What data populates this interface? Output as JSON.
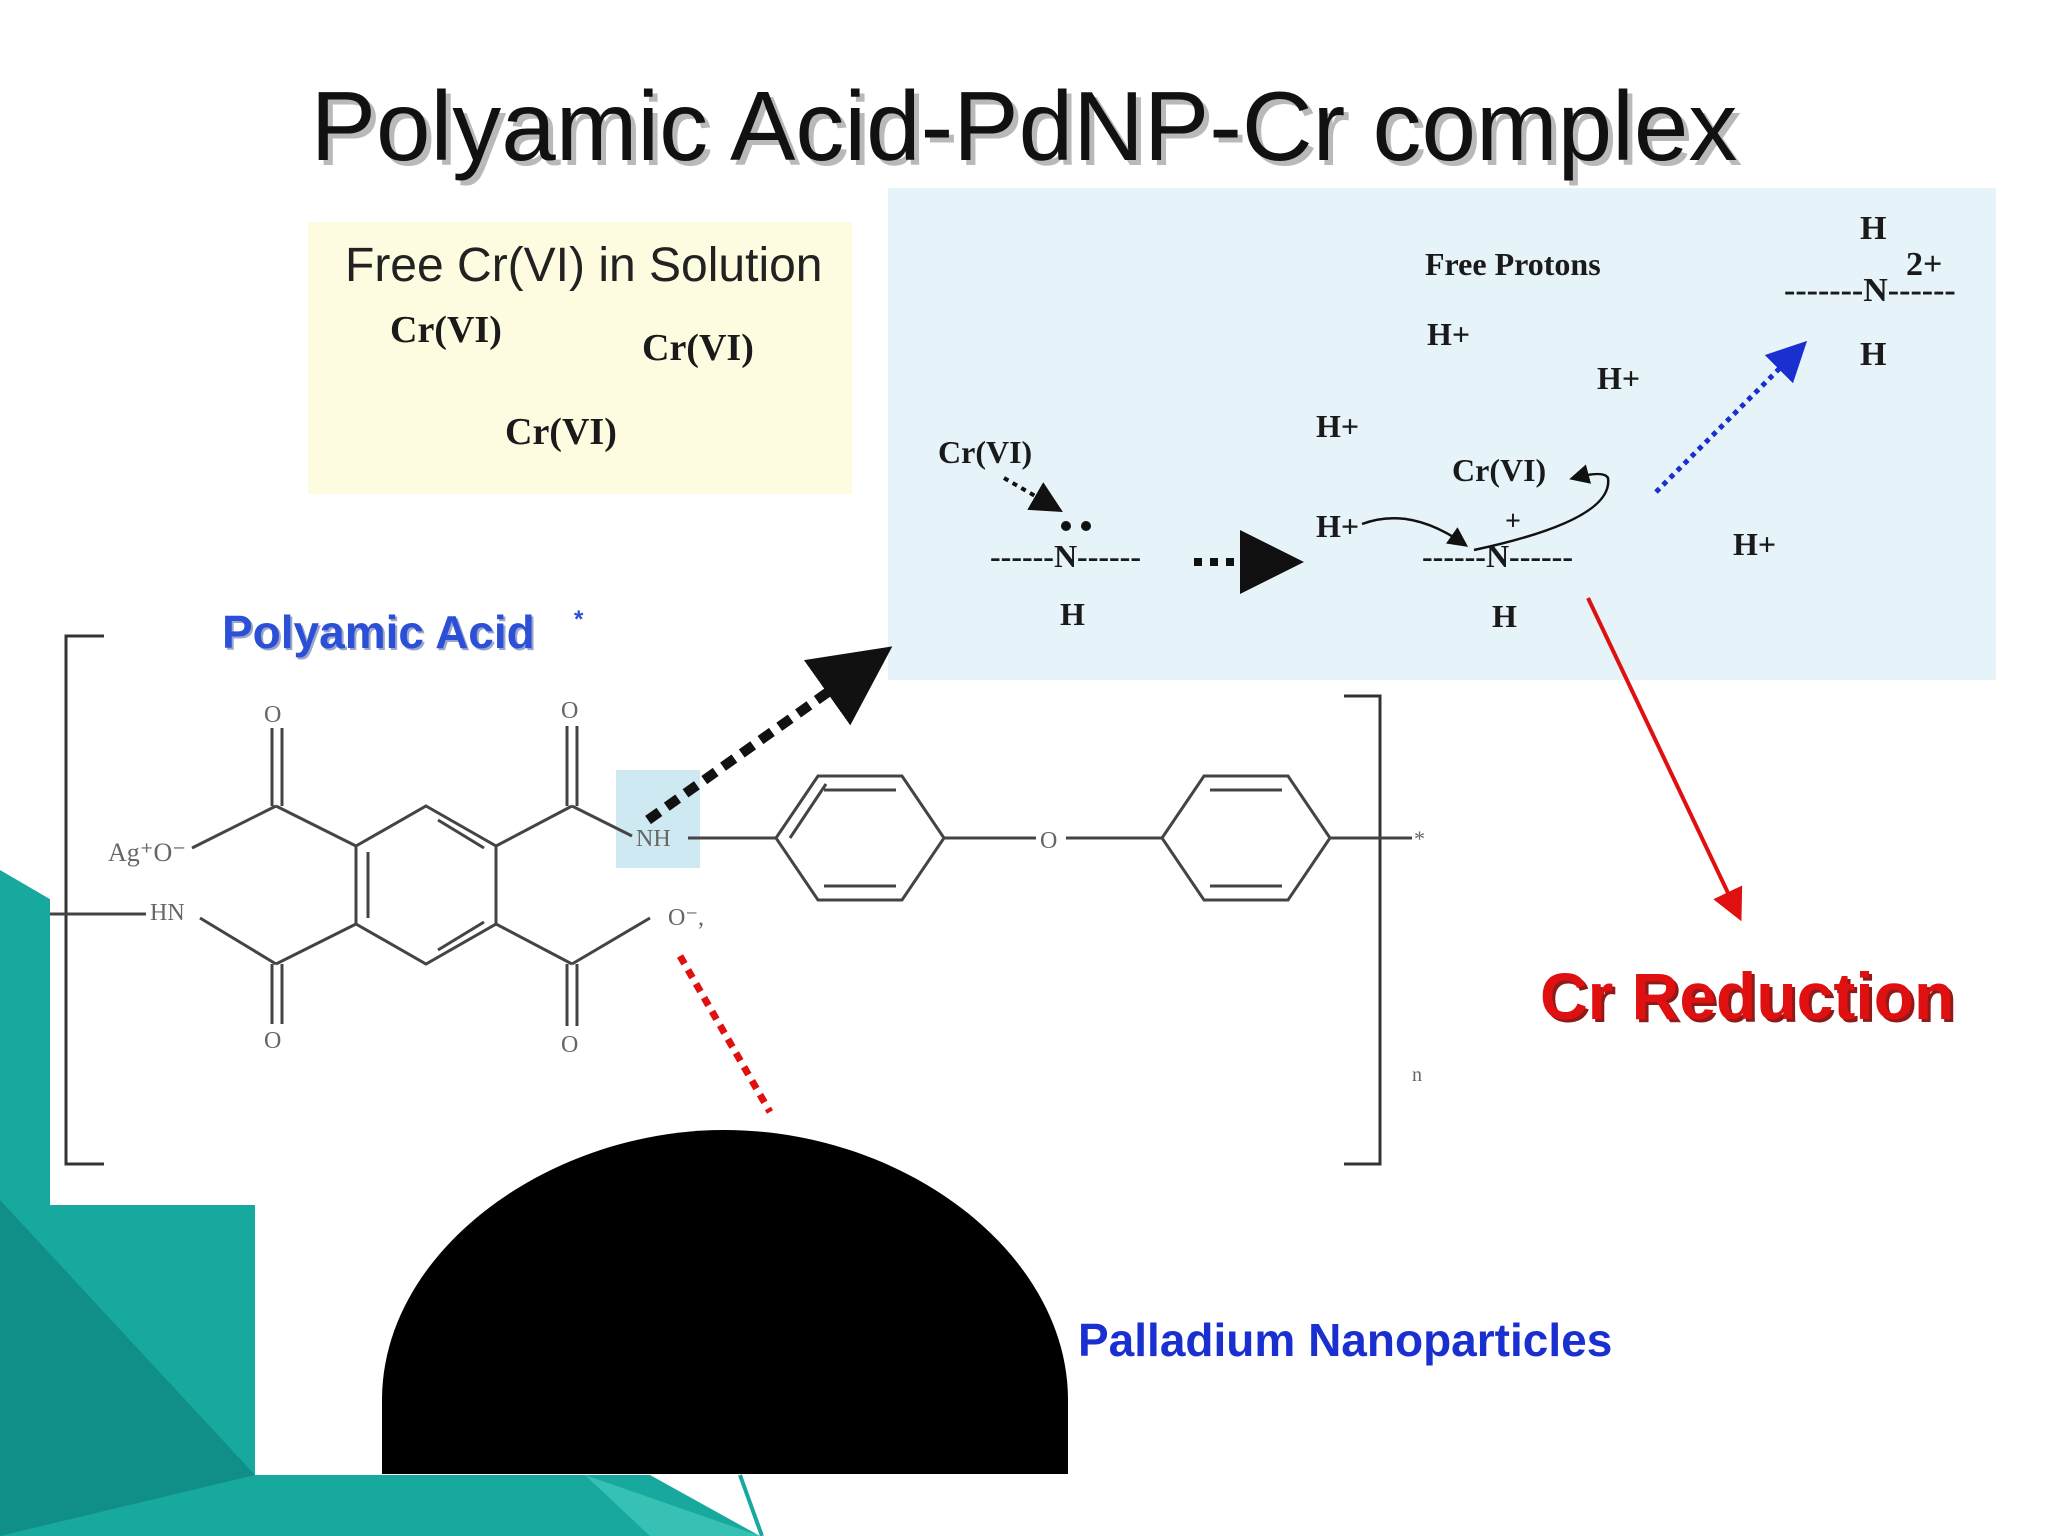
{
  "title": "Polyamic Acid-PdNP-Cr complex",
  "free_cr": {
    "label": "Free Cr(VI) in Solution",
    "items": [
      "Cr(VI)",
      "Cr(VI)",
      "Cr(VI)"
    ]
  },
  "mechanism": {
    "free_protons": "Free Protons",
    "protons": [
      "H+",
      "H+",
      "H+",
      "H+",
      "H+"
    ],
    "crvi_a": "Cr(VI)",
    "crvi_b": "Cr(VI)",
    "amine_left": "------N------",
    "amine_left_h": "H",
    "amine_mid": "------N------",
    "amine_mid_h": "H",
    "amine_mid_charge": "+",
    "ammonium": "-------N------",
    "ammonium_h_top": "H",
    "ammonium_h_bottom": "H",
    "ammonium_charge": "2+"
  },
  "structure": {
    "polyamic_acid": "Polyamic Acid",
    "star": "*",
    "ag_o": "Ag⁺O⁻",
    "hn": "HN",
    "nh": "NH",
    "o_minus": "O⁻,",
    "o": "O",
    "end_star": "*",
    "repeat_n": "n"
  },
  "cr_reduction": "Cr Reduction",
  "palladium": "Palladium Nanoparticles",
  "colors": {
    "teal": "#17a79c",
    "red": "#e01010",
    "blue_label": "#2b4fd6",
    "blue_arrow": "#1a2fd0",
    "panel_blue": "#e6f4fa",
    "panel_yellow": "#fdfbe0"
  }
}
